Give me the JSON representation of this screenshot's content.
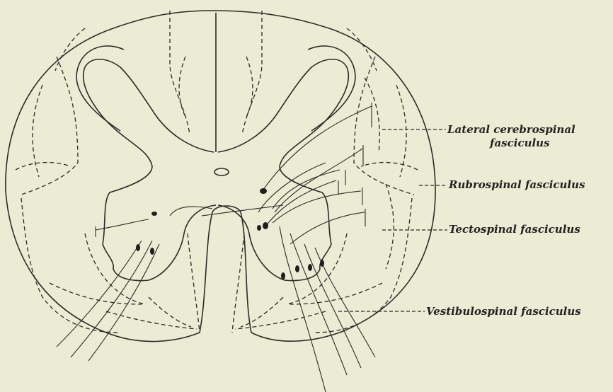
{
  "labels": {
    "lateral_cerebrospinal": [
      "Lateral cerebrospinal",
      "fasciculus"
    ],
    "rubrospinal": "Rubrospinal fasciculus",
    "tectospinal": "Tectospinal fasciculus",
    "vestibulospinal": "Vestibulospinal fasciculus"
  }
}
